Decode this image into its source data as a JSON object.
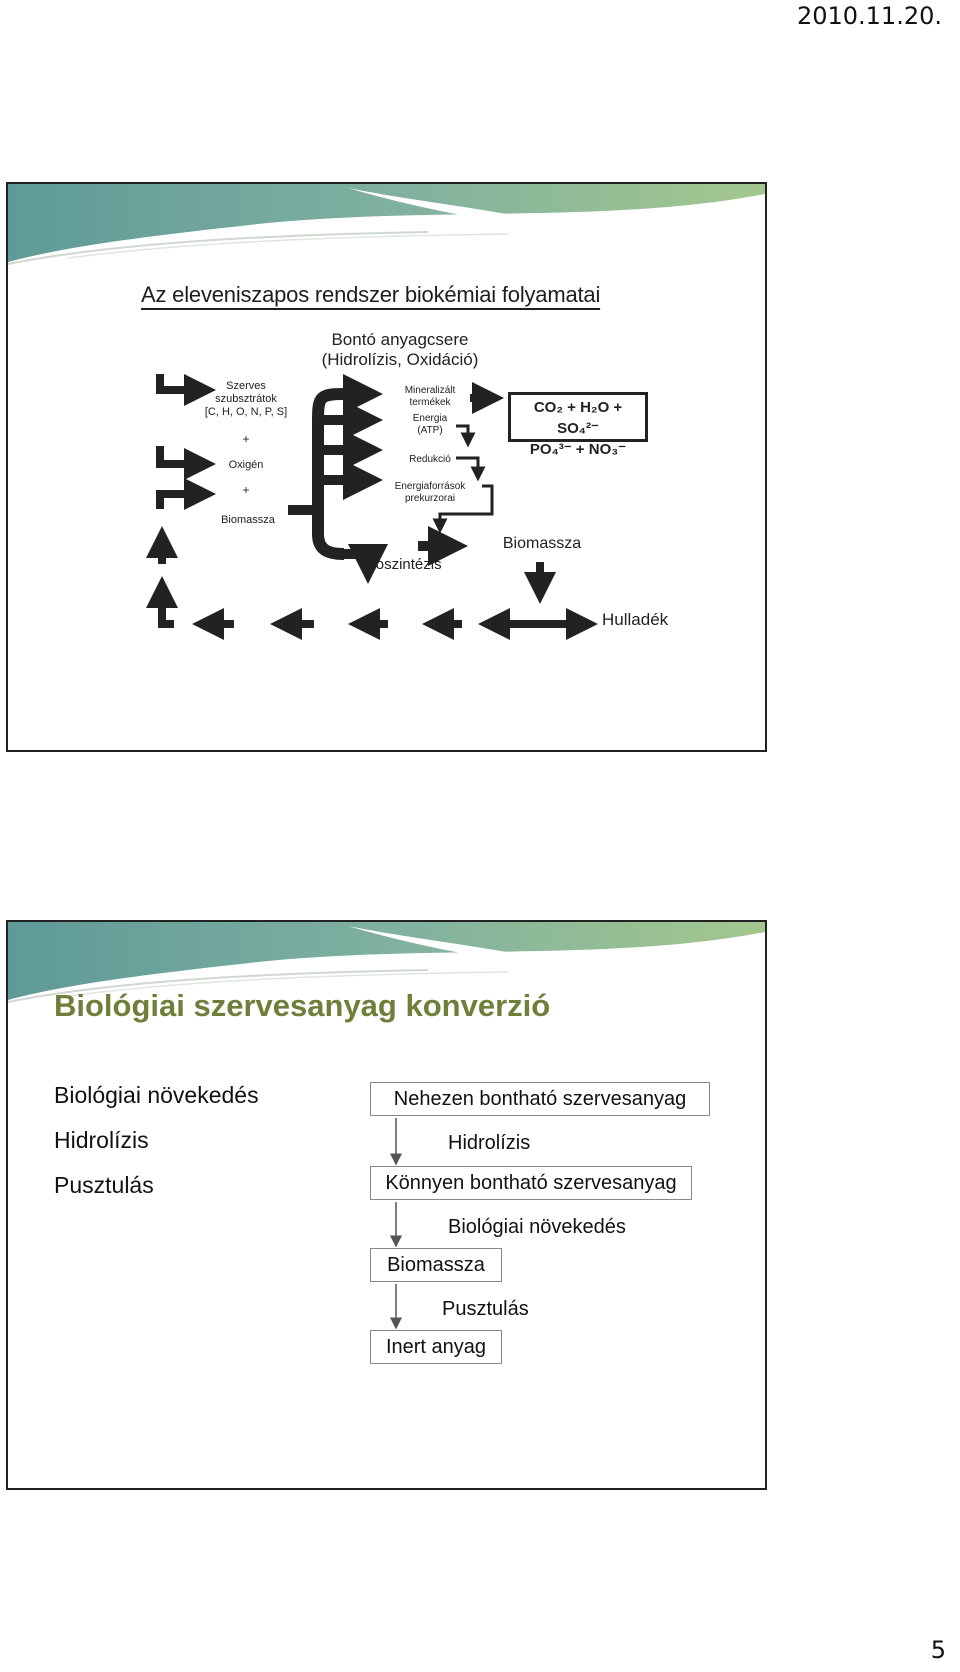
{
  "header": {
    "date": "2010.11.20."
  },
  "footer": {
    "page_number": "5"
  },
  "slide1": {
    "title": "Az eleveniszapos rendszer biokémiai folyamatai",
    "catabolism_title_1": "Bontó anyagcsere",
    "catabolism_title_2": "(Hidrolízis, Oxidáció)",
    "inputs": {
      "organic_1": "Szerves",
      "organic_2": "szubsztrátok",
      "organic_3": "[C, H, O, N, P, S]",
      "plus_1": "+",
      "oxygen": "Oxigén",
      "plus_2": "+",
      "biomass": "Biomassza"
    },
    "products": {
      "mineralized_1": "Mineralizált",
      "mineralized_2": "termékek",
      "energy_1": "Energia",
      "energy_2": "(ATP)",
      "reduction": "Redukció",
      "precursors_1": "Energiaforrások",
      "precursors_2": "prekurzorai"
    },
    "formula_line1": "CO₂ + H₂O + SO₄²⁻",
    "formula_line2": "PO₄³⁻ + NO₃⁻",
    "biosynthesis": "Bioszintézis",
    "biomass_out": "Biomassza",
    "waste": "Hulladék"
  },
  "slide2": {
    "title": "Biológiai szervesanyag konverzió",
    "items": [
      "Biológiai növekedés",
      "Hidrolízis",
      "Pusztulás"
    ],
    "flow": {
      "box1": "Nehezen bontható szervesanyag",
      "step1": "Hidrolízis",
      "box2": "Könnyen bontható szervesanyag",
      "step2": "Biológiai növekedés",
      "box3": "Biomassza",
      "step3": "Pusztulás",
      "box4": "Inert anyag"
    }
  },
  "colors": {
    "title_green": "#6e7f3a",
    "banner_teal": "#5f9a98",
    "banner_green": "#9cbf8e"
  }
}
